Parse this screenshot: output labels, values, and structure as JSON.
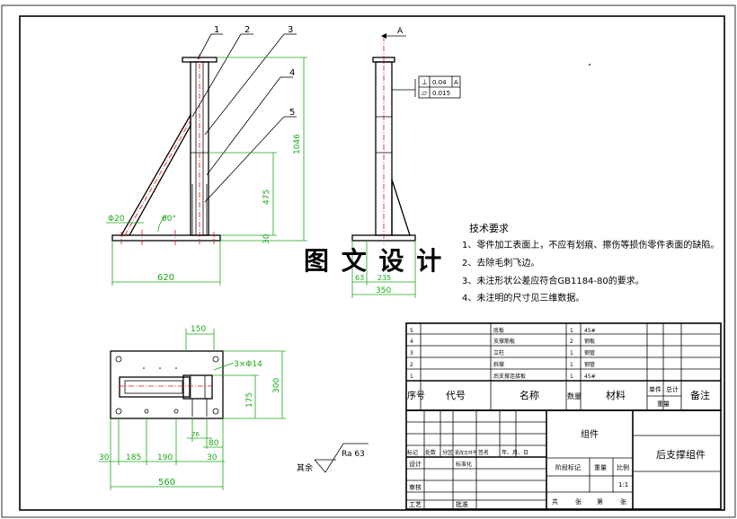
{
  "drawing": {
    "tech_title": "技术要求",
    "tech_notes": [
      "1、零件加工表面上，不应有划痕、擦伤等损伤零件表面的缺陷。",
      "2、去除毛刺飞边。",
      "3、未注形状公差应符合GB1184-80的要求。",
      "4、未注明的尺寸见三维数据。"
    ],
    "watermark": "图 文 设 计",
    "balloons": [
      "1",
      "2",
      "3",
      "4",
      "5"
    ],
    "section_mark": "A",
    "front_dims": {
      "height": "1046",
      "mid": "475",
      "base": "30",
      "width": "620",
      "pipe": "Φ20",
      "angle": "60°"
    },
    "side_dims": {
      "d1": "63",
      "d2": "235",
      "d3": "350"
    },
    "tolerance": [
      {
        "symbol": "⊥",
        "value": "0.04",
        "datum": "A"
      },
      {
        "symbol": "▱",
        "value": "0.015",
        "datum": ""
      }
    ],
    "plan_dims": {
      "top": "150",
      "holes": "3×Φ14",
      "h1": "300",
      "h2": "175",
      "w1": "30",
      "w2": "185",
      "w3": "190",
      "w4": "80",
      "w5": "30",
      "w6": "560",
      "w7": "76"
    },
    "roughness_prefix": "其余",
    "roughness_value": "Ra 63"
  },
  "bom": {
    "rows": [
      {
        "no": "5",
        "code": "",
        "name": "底板",
        "qty": "1",
        "mat": "45#"
      },
      {
        "no": "4",
        "code": "",
        "name": "支撑筋板",
        "qty": "2",
        "mat": "钢板"
      },
      {
        "no": "3",
        "code": "",
        "name": "立柱",
        "qty": "1",
        "mat": "钢管"
      },
      {
        "no": "2",
        "code": "",
        "name": "斜撑",
        "qty": "1",
        "mat": "钢管"
      },
      {
        "no": "1",
        "code": "",
        "name": "后支撑连接板",
        "qty": "1",
        "mat": "45#"
      }
    ],
    "header": {
      "no": "序号",
      "code": "代号",
      "name": "名称",
      "qty": "数量",
      "mat": "材料",
      "single": "单件",
      "total": "总计",
      "weight": "重量",
      "remark": "备注"
    }
  },
  "titleblock": {
    "group": "组件",
    "part_name": "后支撑组件",
    "rev_labels": [
      "标记",
      "处数",
      "分区",
      "更改文件号",
      "签名",
      "年、月、日"
    ],
    "design": "设计",
    "standard": "标准化",
    "check": "审核",
    "process": "工艺",
    "approve": "批准",
    "stage": "阶段标记",
    "weight": "重量",
    "scale": "比例",
    "scale_value": "1:1",
    "sheets": [
      "共",
      "张",
      "第",
      "张"
    ]
  }
}
